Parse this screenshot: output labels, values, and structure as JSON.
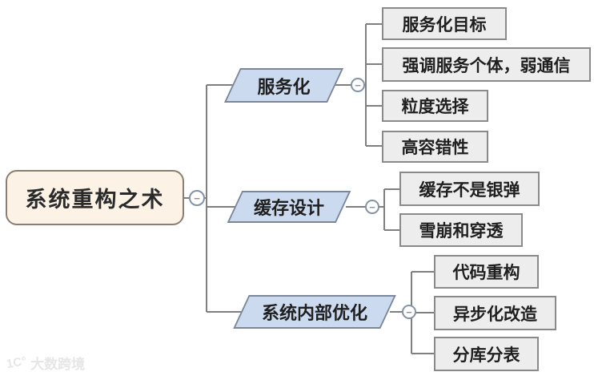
{
  "root": {
    "label": "系统重构之术"
  },
  "branches": [
    {
      "label": "服务化",
      "children": [
        "服务化目标",
        "强调服务个体，弱通信",
        "粒度选择",
        "高容错性"
      ]
    },
    {
      "label": "缓存设计",
      "children": [
        "缓存不是银弹",
        "雪崩和穿透"
      ]
    },
    {
      "label": "系统内部优化",
      "children": [
        "代码重构",
        "异步化改造",
        "分库分表"
      ]
    }
  ],
  "ui": {
    "collapse_symbol": "−"
  },
  "watermark": {
    "logo": "1C°",
    "text": "大数跨境"
  },
  "colors": {
    "root_fill": "#fcf2e6",
    "root_border": "#8a7e71",
    "branch_fill": "#ccdaef",
    "branch_border": "#7b8698",
    "leaf_fill": "#ededed",
    "leaf_border": "#8a8a8a",
    "connector": "#7f7f7f",
    "collapse_button": "#8492a5"
  }
}
